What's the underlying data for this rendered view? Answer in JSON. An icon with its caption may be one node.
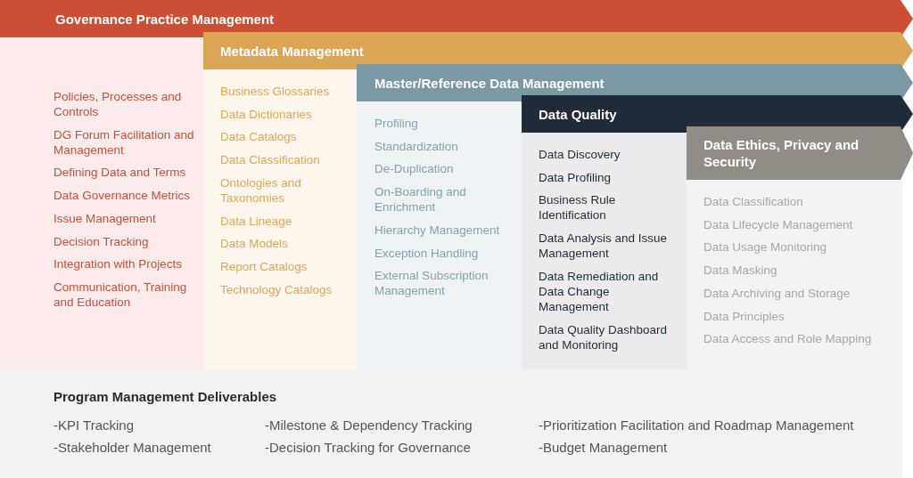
{
  "diagram": {
    "nodes": [
      {
        "text": [
          "Governance Practice Management",
          "Policies, Processes and Controls",
          "DG Forum Facilitation and Management",
          "Defining Data and Terms",
          "Data Governance Metrics",
          "Issue Management",
          "Decision Tracking",
          "Integration with Projects",
          "Communication, Training and Education"
        ]
      },
      {
        "text": [
          "Metadata Management",
          "Business Glossaries",
          "Data Dictionaries",
          "Data Catalogs",
          "Data Classification",
          "Ontologies and Taxonomies",
          "Data Lineage",
          "Data Models",
          "Report Catalogs",
          "Technology Catalogs"
        ]
      },
      {
        "text": [
          "Master/Reference Data Management",
          "Profiling",
          "Standardization",
          "De-Duplication",
          "On-Boarding and Enrichment",
          "Hierarchy Management",
          "Exception Handling",
          "External Subscription Management"
        ]
      },
      {
        "text": [
          "Data Quality",
          "Data Discovery",
          "Data Profiling",
          "Business Rule Identification",
          "Data Analysis and Issue Management",
          "Data Remediation and Data Change Management",
          "Data Quality Dashboard and Monitoring"
        ]
      },
      {
        "text": [
          "Data Ethics, Privacy and Security",
          "Data Classification",
          "Data Lifecycle Management",
          "Data Usage Monitoring",
          "Data Masking",
          "Data Archiving and Storage",
          "Data Principles",
          "Data Access and Role Mapping"
        ]
      },
      {
        "text": [
          "Program Management Deliverables",
          "-KPI Tracking",
          "-Milestone & Dependency Tracking",
          "-Prioritization Facilitation and Roadmap Management",
          "-Stakeholder Management",
          "-Decision Tracking for Governance",
          "-Budget Management"
        ]
      }
    ],
    "edges": []
  }
}
